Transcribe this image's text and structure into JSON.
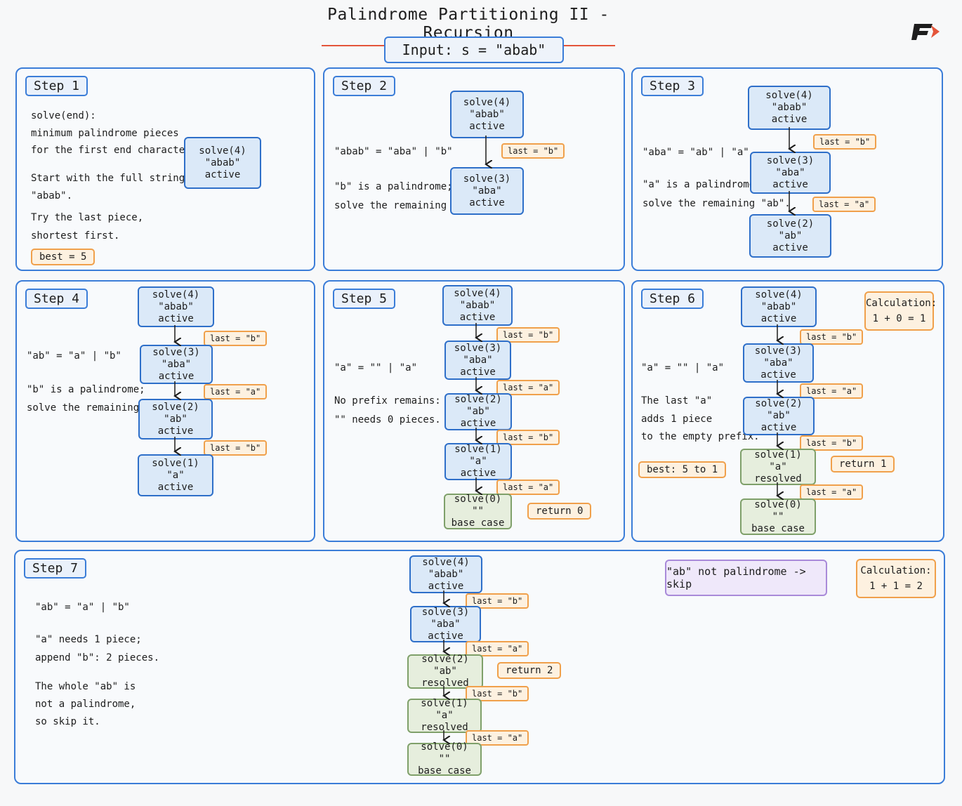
{
  "title": "Palindrome Partitioning II - Recursion",
  "input": "Input: s = \"abab\"",
  "steps": [
    {
      "label": "Step 1",
      "text": [
        "solve(end):",
        "minimum palindrome pieces",
        "for the first end characters.",
        "Start with the full string:",
        "\"abab\".",
        "Try the last piece,",
        "shortest first."
      ],
      "best": "best = 5",
      "nodes": [
        {
          "call": "solve(4)",
          "str": "\"abab\"",
          "state": "active"
        }
      ]
    },
    {
      "label": "Step 2",
      "text": [
        "\"abab\" = \"aba\" | \"b\"",
        "\"b\" is a palindrome;",
        "solve the remaining \"aba\"."
      ],
      "nodes": [
        {
          "call": "solve(4)",
          "str": "\"abab\"",
          "state": "active"
        },
        {
          "call": "solve(3)",
          "str": "\"aba\"",
          "state": "active"
        }
      ],
      "tags": [
        "last = \"b\""
      ]
    },
    {
      "label": "Step 3",
      "text": [
        "\"aba\" = \"ab\" | \"a\"",
        "\"a\" is a palindrome;",
        "solve the remaining \"ab\"."
      ],
      "nodes": [
        {
          "call": "solve(4)",
          "str": "\"abab\"",
          "state": "active"
        },
        {
          "call": "solve(3)",
          "str": "\"aba\"",
          "state": "active"
        },
        {
          "call": "solve(2)",
          "str": "\"ab\"",
          "state": "active"
        }
      ],
      "tags": [
        "last = \"b\"",
        "last = \"a\""
      ]
    },
    {
      "label": "Step 4",
      "text": [
        "\"ab\" = \"a\" | \"b\"",
        "\"b\" is a palindrome;",
        "solve the remaining \"a\"."
      ],
      "nodes": [
        {
          "call": "solve(4)",
          "str": "\"abab\"",
          "state": "active"
        },
        {
          "call": "solve(3)",
          "str": "\"aba\"",
          "state": "active"
        },
        {
          "call": "solve(2)",
          "str": "\"ab\"",
          "state": "active"
        },
        {
          "call": "solve(1)",
          "str": "\"a\"",
          "state": "active"
        }
      ],
      "tags": [
        "last = \"b\"",
        "last = \"a\"",
        "last = \"b\""
      ]
    },
    {
      "label": "Step 5",
      "text": [
        "\"a\" = \"\" | \"a\"",
        "No prefix remains:",
        "\"\" needs 0 pieces."
      ],
      "nodes": [
        {
          "call": "solve(4)",
          "str": "\"abab\"",
          "state": "active"
        },
        {
          "call": "solve(3)",
          "str": "\"aba\"",
          "state": "active"
        },
        {
          "call": "solve(2)",
          "str": "\"ab\"",
          "state": "active"
        },
        {
          "call": "solve(1)",
          "str": "\"a\"",
          "state": "active"
        },
        {
          "call": "solve(0)",
          "str": "\"\"",
          "state": "base case"
        }
      ],
      "tags": [
        "last = \"b\"",
        "last = \"a\"",
        "last = \"b\"",
        "last = \"a\""
      ],
      "ret": "return 0"
    },
    {
      "label": "Step 6",
      "text": [
        "\"a\" = \"\" | \"a\"",
        "The last \"a\"",
        "adds 1 piece",
        "to the empty prefix."
      ],
      "best": "best: 5 to 1",
      "nodes": [
        {
          "call": "solve(4)",
          "str": "\"abab\"",
          "state": "active"
        },
        {
          "call": "solve(3)",
          "str": "\"aba\"",
          "state": "active"
        },
        {
          "call": "solve(2)",
          "str": "\"ab\"",
          "state": "active"
        },
        {
          "call": "solve(1)",
          "str": "\"a\"",
          "state": "resolved"
        },
        {
          "call": "solve(0)",
          "str": "\"\"",
          "state": "base case"
        }
      ],
      "tags": [
        "last = \"b\"",
        "last = \"a\"",
        "last = \"b\"",
        "last = \"a\""
      ],
      "ret": "return 1",
      "calc": [
        "Calculation:",
        "1 + 0 = 1"
      ]
    },
    {
      "label": "Step 7",
      "text": [
        "\"ab\" = \"a\" | \"b\"",
        "\"a\" needs 1 piece;",
        "append \"b\": 2 pieces.",
        "The whole \"ab\" is",
        "not a palindrome,",
        "so skip it."
      ],
      "nodes": [
        {
          "call": "solve(4)",
          "str": "\"abab\"",
          "state": "active"
        },
        {
          "call": "solve(3)",
          "str": "\"aba\"",
          "state": "active"
        },
        {
          "call": "solve(2)",
          "str": "\"ab\"",
          "state": "resolved"
        },
        {
          "call": "solve(1)",
          "str": "\"a\"",
          "state": "resolved"
        },
        {
          "call": "solve(0)",
          "str": "\"\"",
          "state": "base case"
        }
      ],
      "tags": [
        "last = \"b\"",
        "last = \"a\"",
        "last = \"b\"",
        "last = \"a\""
      ],
      "ret": "return 2",
      "note": "\"ab\" not palindrome -> skip",
      "calc": [
        "Calculation:",
        "1 + 1 = 2"
      ]
    }
  ],
  "colors": {
    "active_border": "#2e6fc9",
    "active_fill": "#dbe9f8",
    "resolved_fill": "#e6eedd",
    "tag": "#f0a04b",
    "note": "#a98ad9",
    "title_underline": "#e4553a"
  },
  "icons": {
    "logo": "brand-logo"
  }
}
